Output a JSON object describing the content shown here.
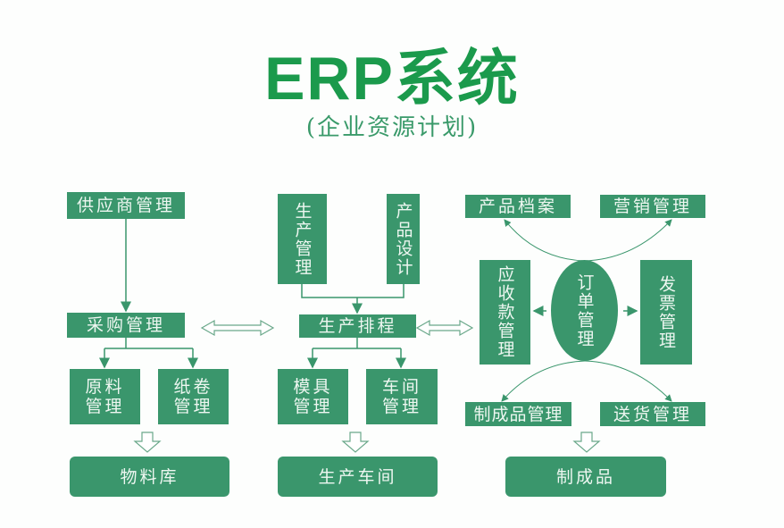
{
  "title": "ERP系统",
  "subtitle": "(企业资源计划)",
  "nodes": {
    "supplier": "供应商管理",
    "purchase": "采购管理",
    "raw": "原料管理",
    "paper": "纸卷管理",
    "warehouse": "物料库",
    "prod_mgmt": "生产管理",
    "prod_design": "产品设计",
    "schedule": "生产排程",
    "mold": "模具管理",
    "workshop_mgmt": "车间管理",
    "workshop": "生产车间",
    "archive": "产品档案",
    "marketing": "营销管理",
    "receivable": "应收款管理",
    "order": "订单管理",
    "invoice": "发票管理",
    "finished_mgmt": "制成品管理",
    "delivery": "送货管理",
    "finished": "制成品"
  },
  "colors": {
    "box": "#3a966c",
    "title": "#1b9a4c",
    "line": "#3a966c"
  }
}
